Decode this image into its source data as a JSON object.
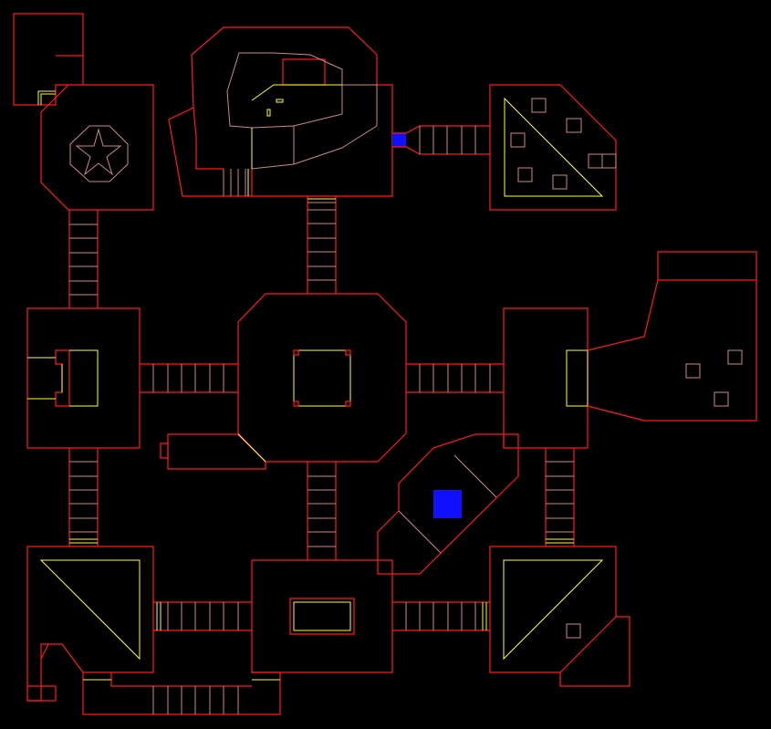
{
  "map": {
    "view": "automap",
    "colors": {
      "background": "#000000",
      "wall": "#ff1a1a",
      "step_edge": "#cc8888",
      "height_change": "#ffff33",
      "marker": "#1010ff"
    },
    "rooms": [
      "northwest-closet",
      "star-room",
      "spiral-room",
      "triangle-crate-room",
      "west-room",
      "central-hall",
      "east-room",
      "far-east-crate-room",
      "diagonal-blue-room",
      "southwest-triangle-room",
      "south-room",
      "southeast-triangle-room"
    ],
    "markers": [
      "spiral-room-door-marker",
      "diagonal-room-floor-marker"
    ]
  }
}
